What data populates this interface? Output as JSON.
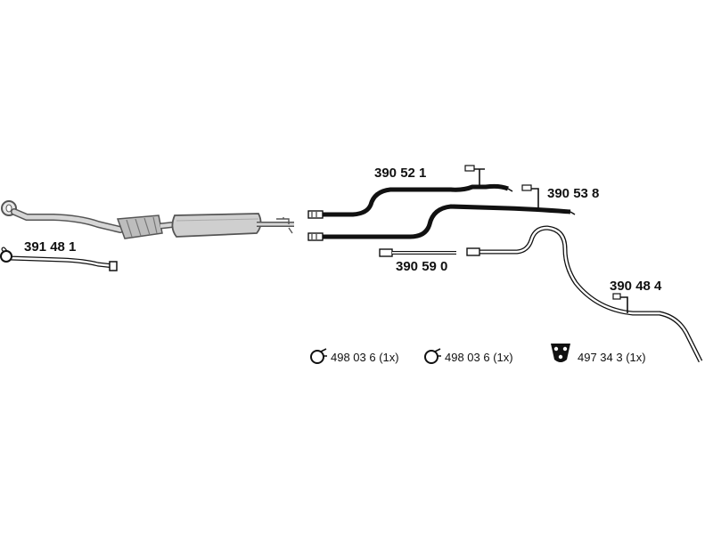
{
  "parts": {
    "front_pipe": "391 48 1",
    "tailpipe_upper": "390 52 1",
    "tailpipe_middle": "390 53 8",
    "connector_pipe": "390 59 0",
    "tailpipe_lower": "390 48 4"
  },
  "accessories": [
    {
      "icon": "clamp-icon",
      "label": "498 03 6 (1x)"
    },
    {
      "icon": "clamp-icon",
      "label": "498 03 6 (1x)"
    },
    {
      "icon": "rubber-mount-icon",
      "label": "497 34 3  (1x)"
    }
  ],
  "colors": {
    "line": "#111111",
    "part_fill": "#cfcfcf",
    "part_stroke": "#5a5a5a"
  }
}
